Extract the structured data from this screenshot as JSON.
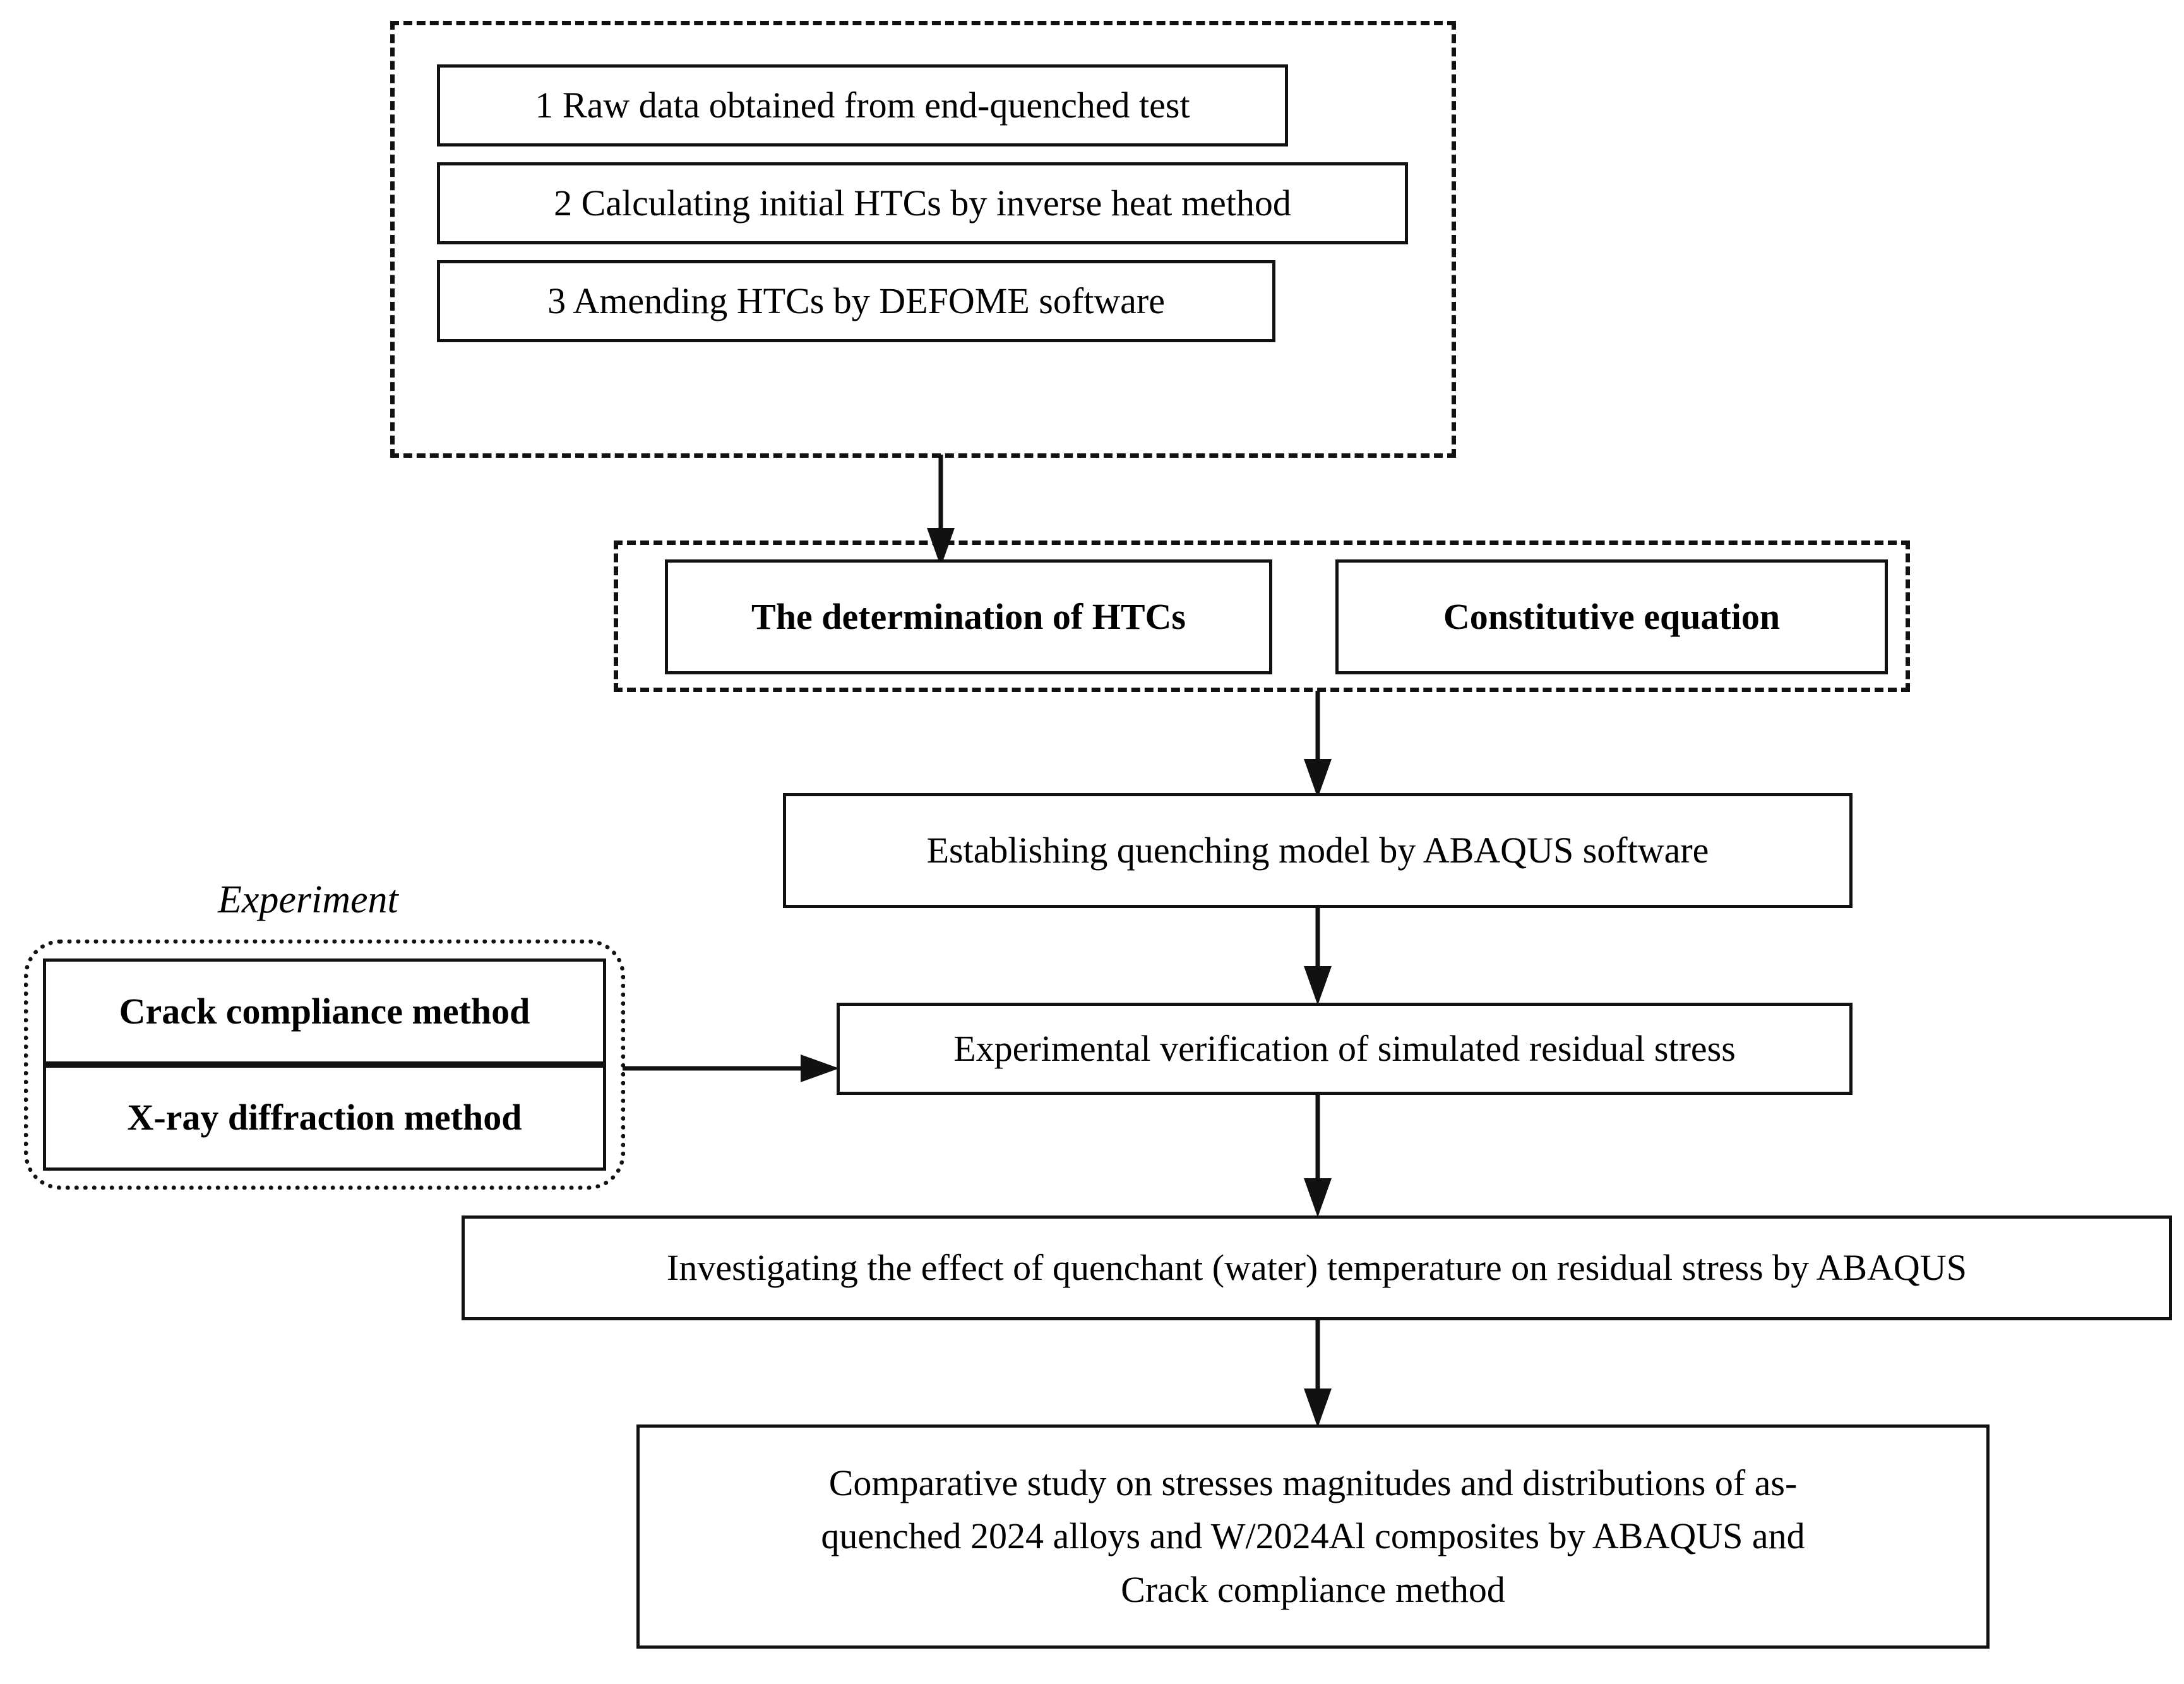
{
  "diagram": {
    "title": "Research workflow flowchart",
    "groups": [
      {
        "id": "inputs-group",
        "style": "dashed",
        "title": "",
        "items": [
          {
            "id": "step-1",
            "label": "1 Raw data obtained from end-quenched test",
            "weight": "plain"
          },
          {
            "id": "step-2",
            "label": "2 Calculating initial HTCs by inverse heat method",
            "weight": "plain"
          },
          {
            "id": "step-3",
            "label": "3 Amending HTCs by DEFOME software",
            "weight": "plain"
          }
        ]
      },
      {
        "id": "model-inputs-group",
        "style": "dashed",
        "title": "",
        "items": [
          {
            "id": "htc-determination",
            "label": "The determination of HTCs",
            "weight": "bold"
          },
          {
            "id": "constitutive-equation",
            "label": "Constitutive equation",
            "weight": "bold"
          }
        ]
      },
      {
        "id": "experiment-group",
        "style": "dotted",
        "title": "Experiment",
        "items": [
          {
            "id": "crack-compliance-method",
            "label": "Crack compliance method",
            "weight": "bold"
          },
          {
            "id": "xrd-method",
            "label": "X-ray diffraction method",
            "weight": "bold"
          }
        ]
      }
    ],
    "nodes": [
      {
        "id": "establishing-model",
        "label": "Establishing quenching model by ABAQUS software",
        "weight": "plain"
      },
      {
        "id": "experimental-verification",
        "label": "Experimental verification of simulated residual stress",
        "weight": "plain"
      },
      {
        "id": "investigating-effect",
        "label": "Investigating the effect of quenchant (water) temperature on residual stress by ABAQUS",
        "weight": "plain"
      },
      {
        "id": "comparative-study",
        "label": "Comparative study on stresses magnitudes and distributions of as-\nquenched 2024 alloys and W/2024Al composites by ABAQUS and\nCrack compliance method",
        "weight": "plain"
      }
    ],
    "edges": [
      {
        "id": "edge-inputs-to-model",
        "from": "inputs-group",
        "to": "htc-determination",
        "direction": "down"
      },
      {
        "id": "edge-model-to-establishing",
        "from": "model-inputs-group",
        "to": "establishing-model",
        "direction": "down"
      },
      {
        "id": "edge-establishing-to-verification",
        "from": "establishing-model",
        "to": "experimental-verification",
        "direction": "down"
      },
      {
        "id": "edge-experiment-to-verification",
        "from": "experiment-group",
        "to": "experimental-verification",
        "direction": "right"
      },
      {
        "id": "edge-verification-to-investigating",
        "from": "experimental-verification",
        "to": "investigating-effect",
        "direction": "down"
      },
      {
        "id": "edge-investigating-to-comparative",
        "from": "investigating-effect",
        "to": "comparative-study",
        "direction": "down"
      }
    ],
    "colors": {
      "line": "#111111",
      "background": "#ffffff",
      "text": "#000000"
    }
  }
}
